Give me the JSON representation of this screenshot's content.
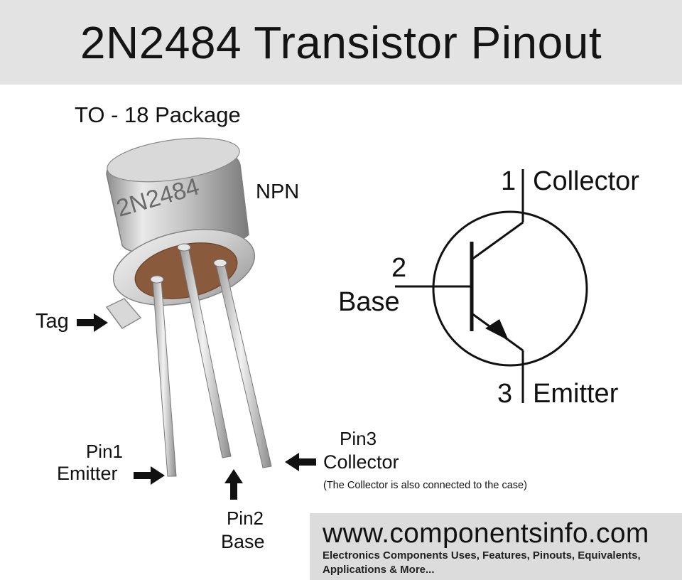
{
  "header": {
    "title": "2N2484 Transistor Pinout"
  },
  "package_view": {
    "package_label": "TO - 18 Package",
    "case_marking": "2N2484",
    "type_label": "NPN",
    "tag_label": "Tag",
    "pin1": {
      "number_label": "Pin1",
      "name_label": "Emitter"
    },
    "pin2": {
      "number_label": "Pin2",
      "name_label": "Base"
    },
    "pin3": {
      "number_label": "Pin3",
      "name_label": "Collector"
    },
    "case_note": "(The Collector is also connected to the case)"
  },
  "symbol": {
    "collector_number": "1",
    "collector_label": "Collector",
    "base_number": "2",
    "base_label": "Base",
    "emitter_number": "3",
    "emitter_label": "Emitter"
  },
  "footer": {
    "website": "www.componentsinfo.com",
    "tagline": "Electronics Components Uses, Features, Pinouts, Equivalents, Applications & More..."
  },
  "colors": {
    "header_bg": "#e3e3e3",
    "footer_bg": "#dcdcdc",
    "metal_case": "#c8c8c8",
    "glass_seal": "#8a5a3c",
    "ink": "#111111"
  }
}
